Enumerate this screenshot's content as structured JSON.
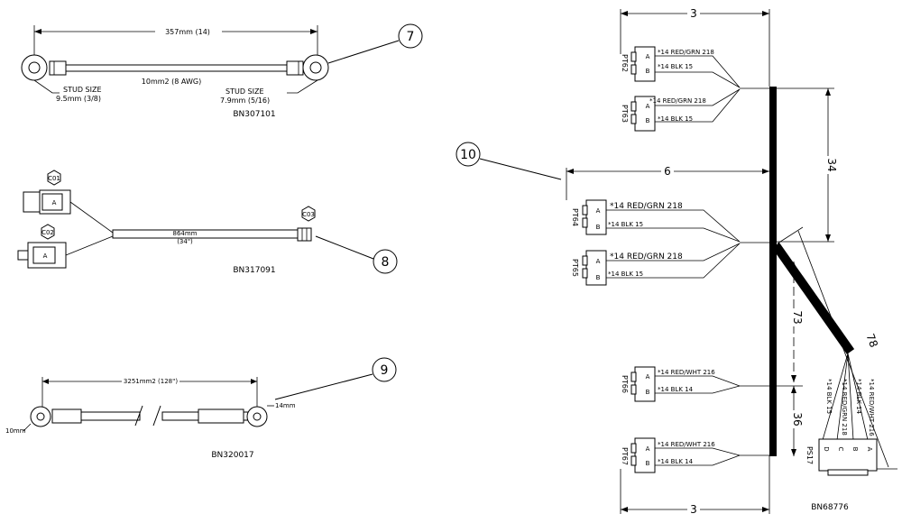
{
  "callouts": {
    "c7": "7",
    "c8": "8",
    "c9": "9",
    "c10": "10"
  },
  "part7": {
    "dim_length": "357mm  (14)",
    "wire": "10mm2  (8 AWG)",
    "stud_left_title": "STUD SIZE",
    "stud_left_value": "9.5mm  (3/8)",
    "stud_right_title": "STUD SIZE",
    "stud_right_value": "7.9mm  (5/16)",
    "part_number": "BN307101"
  },
  "part8": {
    "connector_1": "C01",
    "connector_2": "C02",
    "connector_3": "C03",
    "length_mm": "864mm",
    "length_in": "(34\")",
    "pin_a": "A",
    "part_number": "BN317091"
  },
  "part9": {
    "dim_length": "3251mm2  (128\")",
    "dim_right": "14mm",
    "dim_left": "10mm",
    "part_number": "BN320017"
  },
  "part10": {
    "dim_top": "3",
    "dim_mid": "6",
    "dim_34": "34",
    "dim_73": "73",
    "dim_36": "36",
    "dim_78": "78",
    "dim_bottom": "3",
    "part_number": "BN68776",
    "connectors": [
      {
        "id": "PT62",
        "wire_a": "*14 RED/GRN 218",
        "wire_b": "*14 BLK 15"
      },
      {
        "id": "PT63",
        "wire_a": "*14 RED/GRN 218",
        "wire_b": "*14 BLK 15"
      },
      {
        "id": "PT64",
        "wire_a": "*14  RED/GRN  218",
        "wire_b": "*14 BLK 15"
      },
      {
        "id": "PT65",
        "wire_a": "*14  RED/GRN  218",
        "wire_b": "*14 BLK 15"
      },
      {
        "id": "PT66",
        "wire_a": "*14 RED/WHT 216",
        "wire_b": "*14 BLK 14"
      },
      {
        "id": "PT67",
        "wire_a": "*14 RED/WHT 216",
        "wire_b": "*14 BLK 14"
      }
    ],
    "ps17": {
      "id": "PS17",
      "wire_a": "*14 RED/WHT 216",
      "wire_b": "*14 BLK 14",
      "wire_c": "*14 RED/GRN 218",
      "wire_d": "*14 BLK 15",
      "pins": [
        "A",
        "B",
        "C",
        "D"
      ]
    },
    "pin_labels": {
      "a": "A",
      "b": "B"
    }
  }
}
